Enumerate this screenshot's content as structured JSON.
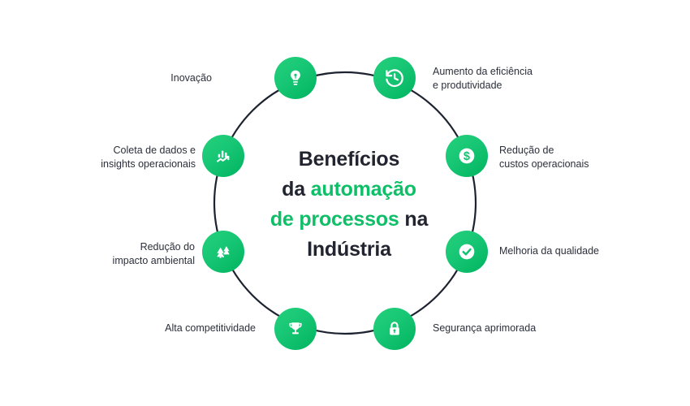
{
  "diagram": {
    "title_lines": [
      {
        "text": "Benefícios",
        "accent": false
      },
      {
        "text": "da ",
        "accent": false
      },
      {
        "text": "automação",
        "accent": true
      },
      {
        "text": "de processos",
        "accent": true
      },
      {
        "text": " na",
        "accent": false
      },
      {
        "text": "Indústria",
        "accent": false
      }
    ],
    "title_plain": "Benefícios da automação de processos na Indústria",
    "colors": {
      "accent_green": "#0fbf68",
      "node_green_light": "#24d17c",
      "node_green_dark": "#00b35f",
      "ring_stroke": "#1c2230",
      "text_dark": "#2b2f3a",
      "background": "#ffffff"
    },
    "nodes": [
      {
        "id": "inovacao",
        "label": "Inovação",
        "icon": "lightbulb-icon",
        "side": "left"
      },
      {
        "id": "eficiencia",
        "label": "Aumento da eficiência\ne produtividade",
        "icon": "clock-rewind-icon",
        "side": "right"
      },
      {
        "id": "custos",
        "label": "Redução de\ncustos operacionais",
        "icon": "dollar-icon",
        "side": "right"
      },
      {
        "id": "qualidade",
        "label": "Melhoria da qualidade",
        "icon": "check-circle-icon",
        "side": "right"
      },
      {
        "id": "seguranca",
        "label": "Segurança aprimorada",
        "icon": "lock-icon",
        "side": "right"
      },
      {
        "id": "competitividade",
        "label": "Alta competitividade",
        "icon": "trophy-icon",
        "side": "left"
      },
      {
        "id": "ambiental",
        "label": "Redução do\nimpacto ambiental",
        "icon": "trees-icon",
        "side": "left"
      },
      {
        "id": "dados",
        "label": "Coleta de dados e\ninsights operacionais",
        "icon": "bar-chart-trend-icon",
        "side": "left"
      }
    ]
  }
}
